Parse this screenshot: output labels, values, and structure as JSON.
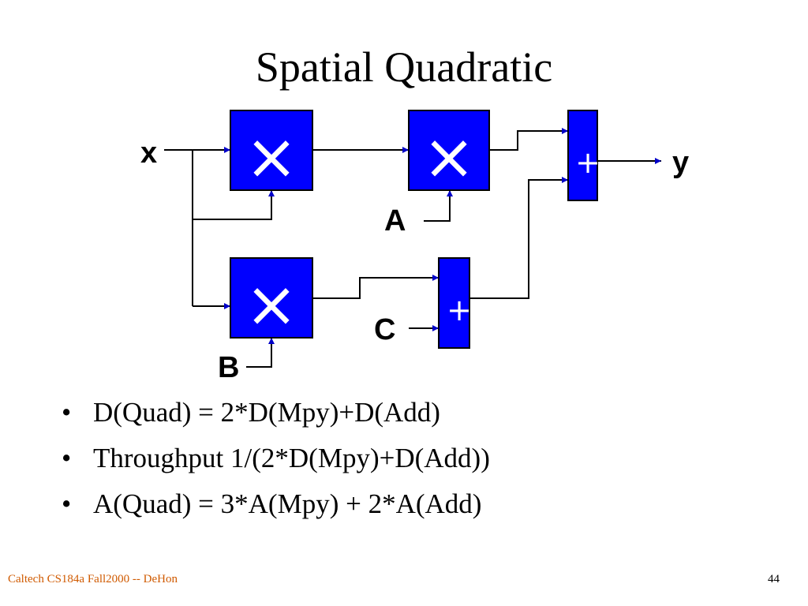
{
  "slide": {
    "title": "Spatial Quadratic",
    "footer": "Caltech CS184a Fall2000 -- DeHon",
    "page_number": "44"
  },
  "diagram": {
    "block_color": "#0000ff",
    "input_x": "x",
    "input_a": "A",
    "input_b": "B",
    "input_c": "C",
    "output_y": "y",
    "mult_symbol": "×",
    "add_symbol": "+"
  },
  "bullets": [
    {
      "bullet": "•",
      "text": "D(Quad) = 2*D(Mpy)+D(Add)"
    },
    {
      "bullet": "•",
      "text": "Throughput 1/(2*D(Mpy)+D(Add))"
    },
    {
      "bullet": "•",
      "text": "A(Quad) = 3*A(Mpy) + 2*A(Add)"
    }
  ]
}
